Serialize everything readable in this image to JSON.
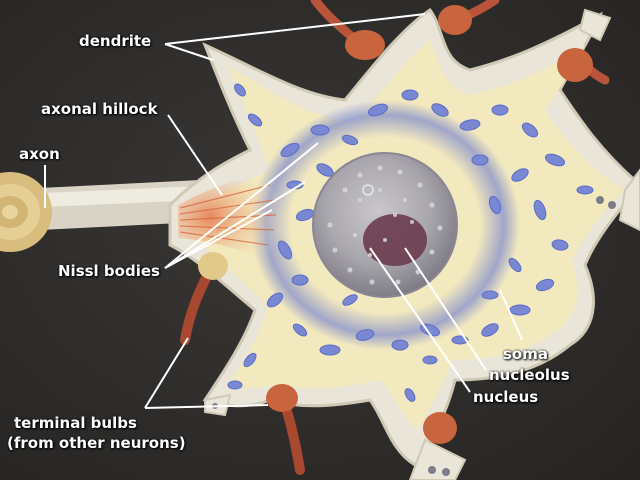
{
  "labels": {
    "dendrite": "dendrite",
    "axonal_hillock": "axonal hillock",
    "axon": "axon",
    "nissl_bodies": "Nissl bodies",
    "soma": "soma",
    "nucleolus": "nucleolus",
    "nucleus": "nucleus",
    "terminal_bulbs_line1": "terminal bulbs",
    "terminal_bulbs_line2": "(from other neurons)"
  },
  "colors": {
    "background": "#2f2d2b",
    "membrane": "#e9e5d8",
    "cytoplasm": "#f3e9bf",
    "nissl": "#7a88d4",
    "hillock": "#e8855a",
    "bulb": "#c8643e",
    "nucleus": "#a9a6ad",
    "nucleolus": "#6a3c4e",
    "myelin": "#e2c98a",
    "label_text": "#ffffff"
  }
}
